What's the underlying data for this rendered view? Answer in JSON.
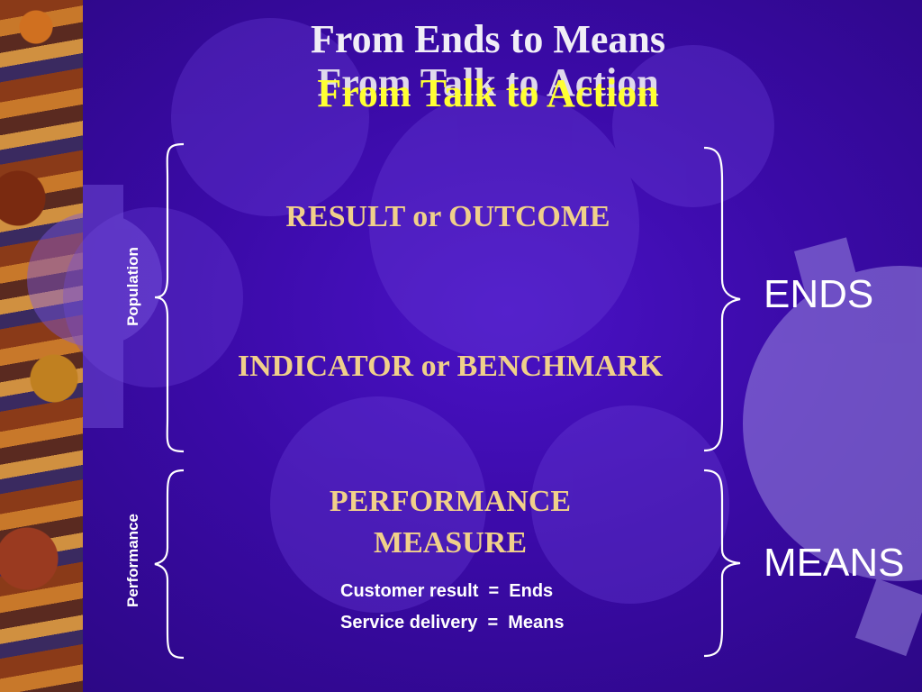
{
  "title": {
    "line1": "From Ends to Means",
    "line2_shadow": "From Talk to Action",
    "line2": "From Talk to Action"
  },
  "upper_group": {
    "side_label": "Population",
    "item1": "RESULT or OUTCOME",
    "item2": "INDICATOR or BENCHMARK",
    "right_label": "ENDS"
  },
  "lower_group": {
    "side_label": "Performance",
    "item1_line1": "PERFORMANCE",
    "item1_line2": "MEASURE",
    "note1": "Customer result  =  Ends",
    "note2": "Service delivery  =  Means",
    "right_label": "MEANS"
  },
  "colors": {
    "background": "#3a0aa6",
    "title": "#f0eef6",
    "title_accent": "#ffff33",
    "item_text": "#f0d08a",
    "label_text": "#ffffff"
  }
}
